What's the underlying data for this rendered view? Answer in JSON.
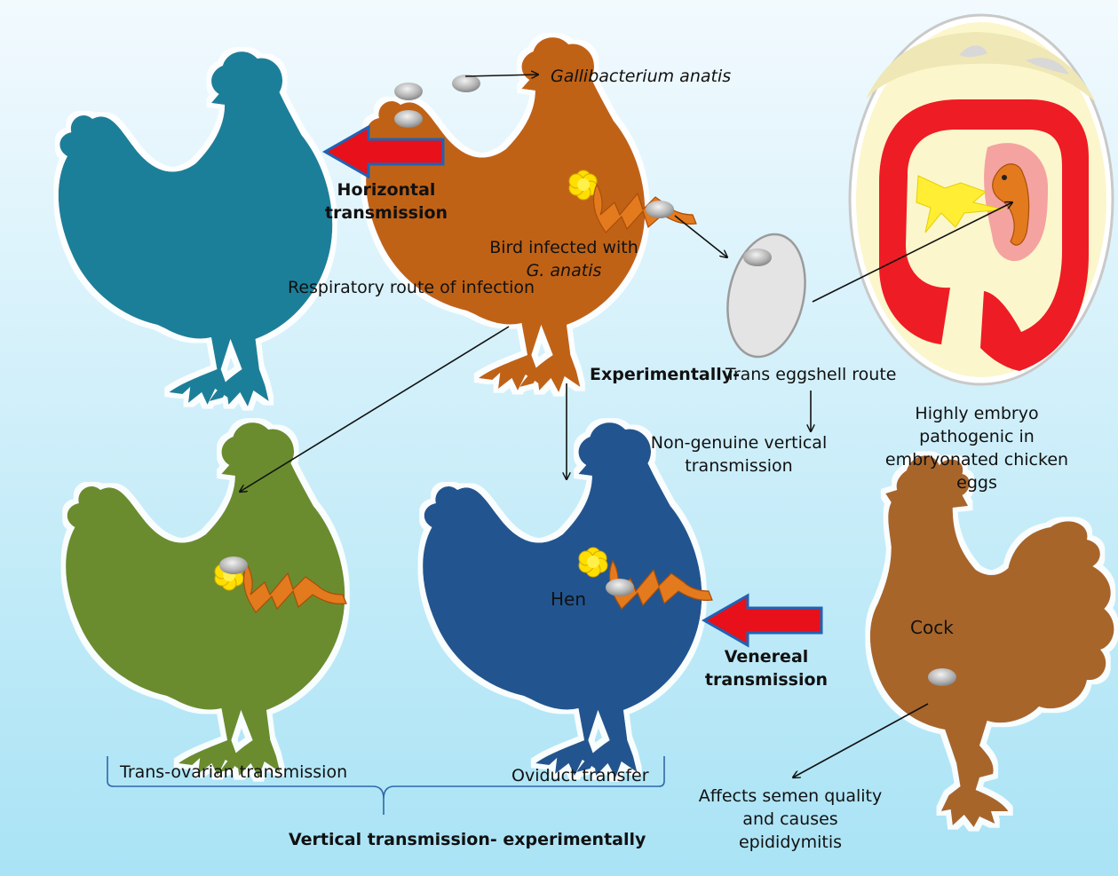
{
  "labels": {
    "pathogen": "Gallibacterium anatis",
    "horizontal_1": "Horizontal",
    "horizontal_2": "transmission",
    "infected_bird_1": "Bird infected with",
    "infected_bird_2": "G. anatis",
    "respiratory": "Respiratory route of infection",
    "experimentally": "Experimentally-",
    "trans_eggshell": "Trans eggshell route",
    "non_genuine_1": "Non-genuine vertical",
    "non_genuine_2": "transmission",
    "embryo_1": "Highly embryo pathogenic in",
    "embryo_2": "embryonated chicken eggs",
    "hen": "Hen",
    "cock": "Cock",
    "venereal_1": "Venereal",
    "venereal_2": "transmission",
    "trans_ovarian": "Trans-ovarian transmission",
    "oviduct": "Oviduct transfer",
    "vertical": "Vertical transmission-  experimentally",
    "semen_1": "Affects semen quality",
    "semen_2": "and causes",
    "semen_3": "epididymitis"
  },
  "colors": {
    "background_top": "#f2fafe",
    "background_bottom": "#a9e3f5",
    "hen_teal": "#1f7f99",
    "hen_infected": "#c06218",
    "hen_green": "#6a8c2e",
    "hen_blue": "#24558f",
    "cock_brown": "#a8652c",
    "arrow_red": "#e8101a",
    "arrow_outline": "#1f63b5",
    "ovary_yellow": "#ffdf00",
    "oviduct_orange": "#e47a1e",
    "bacterium_grey": "#b4b4b4",
    "egg_yolk": "#fcf6cc",
    "egg_red": "#ee1c24"
  }
}
